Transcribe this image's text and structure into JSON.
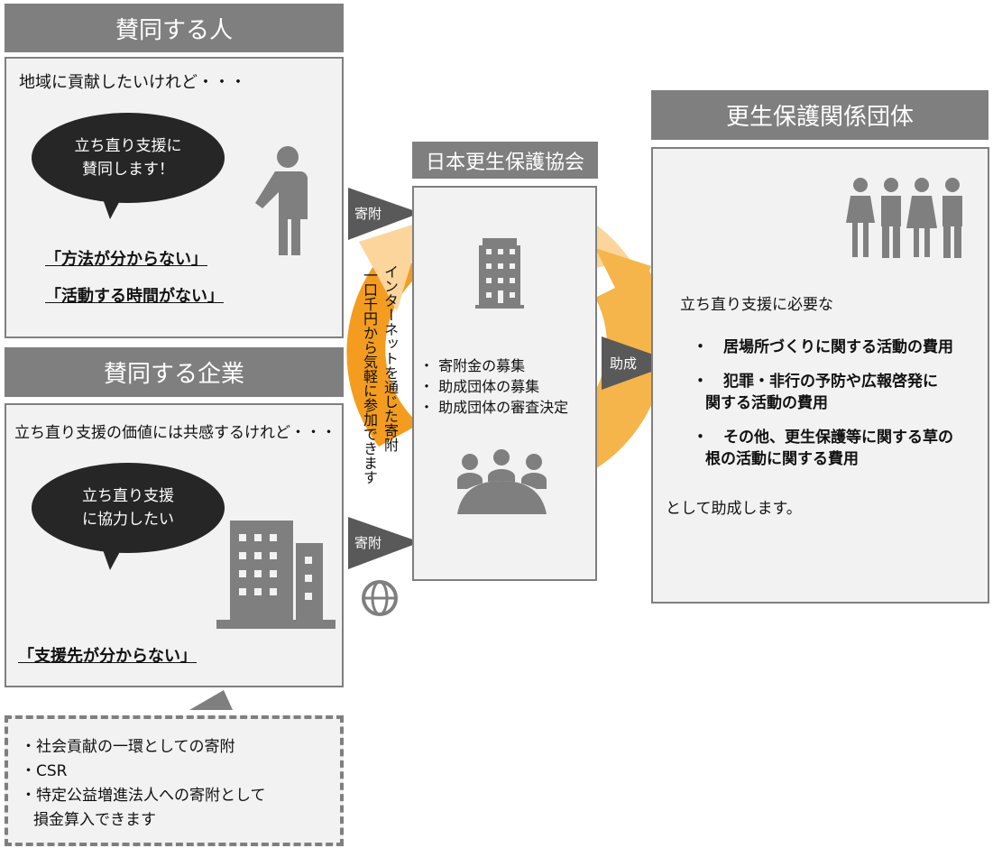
{
  "supporters_person": {
    "header": "賛同する人",
    "intro": "地域に貢献したいけれど・・・",
    "bubble": [
      "立ち直り支援に",
      "賛同します！"
    ],
    "issues": [
      "「方法が分からない」",
      "「活動する時間がない」"
    ]
  },
  "supporters_company": {
    "header": "賛同する企業",
    "intro": "立ち直り支援の価値には共感するけれど・・・",
    "bubble": [
      "立ち直り支援",
      "に協力したい"
    ],
    "issues": [
      "「支援先が分からない」"
    ],
    "benefits": [
      "・社会貢献の一環としての寄附",
      "・CSR",
      "・特定公益増進法人への寄附として",
      "損金算入できます"
    ]
  },
  "flow": {
    "donate_label_1": "寄附",
    "donate_label_2": "寄附",
    "grant_label": "助成",
    "internet_note": [
      "インターネットを通じた寄附",
      "一口千円から気軽に参加できます"
    ]
  },
  "association": {
    "header": "日本更生保護協会",
    "tasks": [
      "・ 寄附金の募集",
      "・ 助成団体の募集",
      "・ 助成団体の審査決定"
    ]
  },
  "organizations": {
    "header": "更生保護関係団体",
    "intro": "立ち直り支援に必要な",
    "items": [
      [
        "・　居場所づくりに関する活動の費用"
      ],
      [
        "・　犯罪・非行の予防や広報啓発に",
        "関する活動の費用"
      ],
      [
        "・　その他、更生保護等に関する草の",
        "根の活動に関する費用"
      ]
    ],
    "closing": "として助成します。"
  },
  "colors": {
    "header_gray": "#7f7f7f",
    "box_bg": "#f2f2f2",
    "bubble": "#262626",
    "ring_dark": "#f39c1f",
    "ring_mid": "#f5b54a",
    "ring_light": "#fbd59b"
  }
}
